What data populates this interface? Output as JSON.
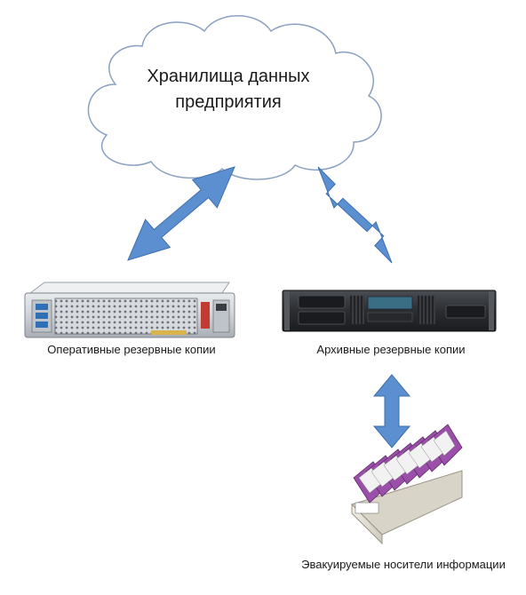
{
  "cloud": {
    "title_line1": "Хранилища данных",
    "title_line2": "предприятия"
  },
  "labels": {
    "operational": "Оперативные резервные копии",
    "archive": "Архивные резервные копии",
    "evacuated": "Эвакуируемые носители информации"
  },
  "icons": {
    "operational": "disk-server-icon",
    "archive": "tape-library-icon",
    "evacuated": "tape-cartridges-icon"
  },
  "colors": {
    "arrow": "#5b8fd0",
    "arrow_stroke": "#3c6fb0",
    "cloud_stroke": "#8aa0c0",
    "cartridge": "#9a4fa8"
  }
}
